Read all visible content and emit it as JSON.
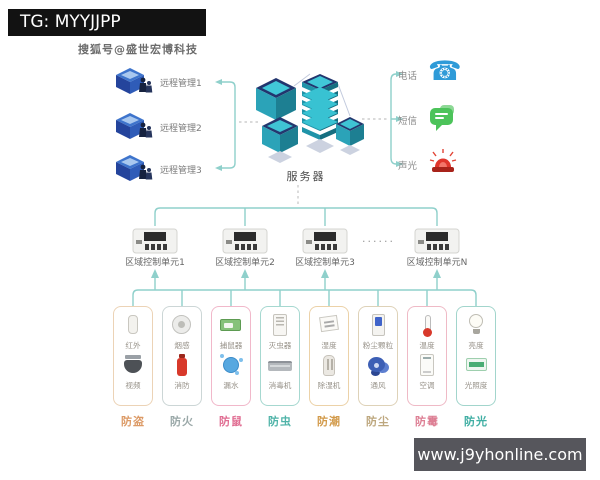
{
  "overlays": {
    "tg_badge": "TG: MYYJJPP",
    "watermark": "搜狐号@盛世宏博科技",
    "website": "www.j9yhonline.com"
  },
  "terminals": [
    {
      "label": "远程管理1"
    },
    {
      "label": "远程管理2"
    },
    {
      "label": "远程管理3"
    }
  ],
  "server": {
    "label": "服务器"
  },
  "alerts": [
    {
      "label": "电话",
      "icon": "phone-icon",
      "glyph": "☎",
      "color": "#2f9bd8"
    },
    {
      "label": "短信",
      "icon": "sms-icon",
      "color": "#4cc35a"
    },
    {
      "label": "声光",
      "icon": "siren-icon",
      "color": "#e0362c"
    }
  ],
  "control_units": [
    {
      "label": "区域控制单元1"
    },
    {
      "label": "区域控制单元2"
    },
    {
      "label": "区域控制单元3"
    },
    {
      "label": "区域控制单元N"
    }
  ],
  "units_ellipsis": "······",
  "sensor_groups": [
    {
      "group": "防盗",
      "color": "#dc9a66",
      "sensors": [
        {
          "label": "红外",
          "icon": "infrared-sensor-icon"
        },
        {
          "label": "视频",
          "icon": "video-camera-icon"
        }
      ]
    },
    {
      "group": "防火",
      "color": "#9aa8a8",
      "sensors": [
        {
          "label": "烟感",
          "icon": "smoke-detector-icon"
        },
        {
          "label": "消防",
          "icon": "fire-extinguisher-icon"
        }
      ]
    },
    {
      "group": "防鼠",
      "color": "#e06d92",
      "sensors": [
        {
          "label": "捕鼠器",
          "icon": "mouse-trap-icon"
        },
        {
          "label": "漏水",
          "icon": "water-leak-icon"
        }
      ]
    },
    {
      "group": "防虫",
      "color": "#4fb3a8",
      "sensors": [
        {
          "label": "灭虫器",
          "icon": "insect-killer-icon"
        },
        {
          "label": "消毒机",
          "icon": "disinfector-icon"
        }
      ]
    },
    {
      "group": "防潮",
      "color": "#d29a4a",
      "sensors": [
        {
          "label": "湿度",
          "icon": "humidity-sensor-icon"
        },
        {
          "label": "除湿机",
          "icon": "dehumidifier-icon"
        }
      ]
    },
    {
      "group": "防尘",
      "color": "#bda77e",
      "sensors": [
        {
          "label": "粉尘颗粒",
          "icon": "dust-sensor-icon"
        },
        {
          "label": "通风",
          "icon": "ventilation-fan-icon"
        }
      ]
    },
    {
      "group": "防霉",
      "color": "#dd7f94",
      "sensors": [
        {
          "label": "温度",
          "icon": "temperature-sensor-icon"
        },
        {
          "label": "空调",
          "icon": "air-conditioner-icon"
        }
      ]
    },
    {
      "group": "防光",
      "color": "#3faea3",
      "sensors": [
        {
          "label": "亮度",
          "icon": "brightness-bulb-icon"
        },
        {
          "label": "光照度",
          "icon": "illuminance-meter-icon"
        }
      ]
    }
  ],
  "colors": {
    "connector_teal": "#8fd0cb",
    "dashed_gray": "#c4c4c4",
    "tg_background": "#121212",
    "url_background": "#56565c"
  }
}
